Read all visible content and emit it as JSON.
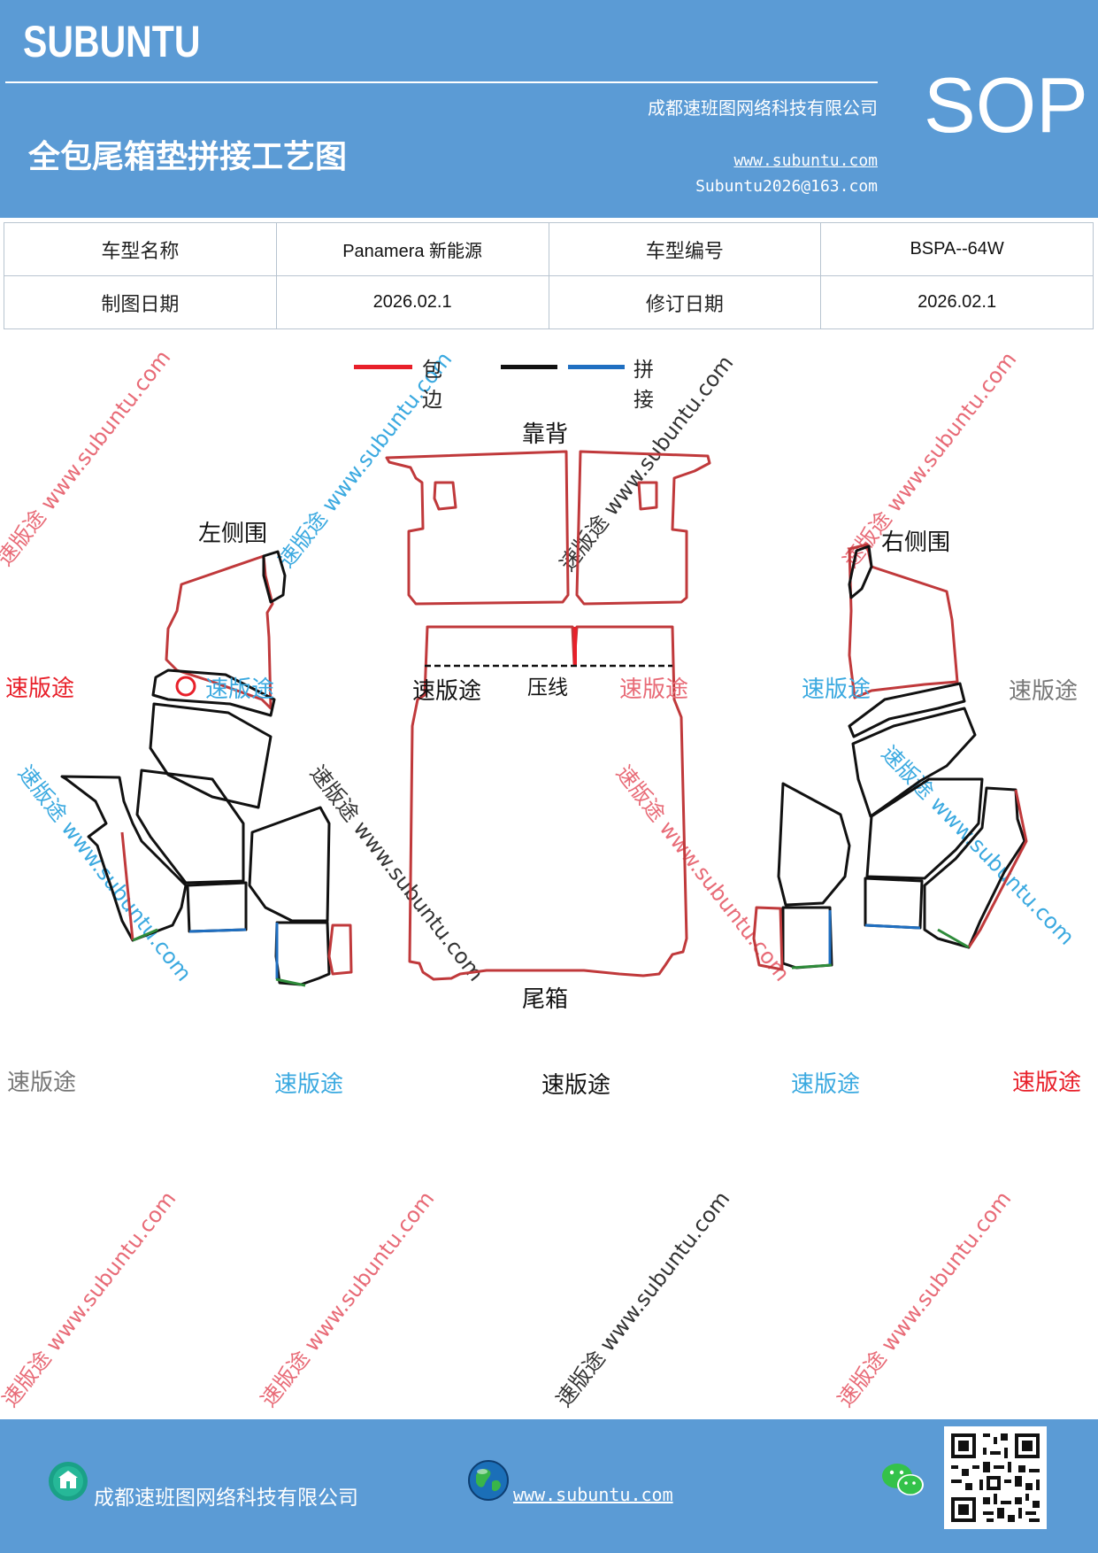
{
  "header": {
    "brand": "SUBUNTU",
    "company": "成都速班图网络科技有限公司",
    "title": "全包尾箱垫拼接工艺图",
    "website": "www.subuntu.com",
    "email": "Subuntu2026@163.com",
    "badge": "SOP"
  },
  "info_table": {
    "rows": [
      [
        "车型名称",
        "Panamera 新能源",
        "车型编号",
        "BSPA--64W"
      ],
      [
        "制图日期",
        "2026.02.1",
        "修订日期",
        "2026.02.1"
      ]
    ]
  },
  "legend": {
    "red_label": "包边",
    "blue_label": "拼接",
    "colors": {
      "red": "#e8202a",
      "black": "#111111",
      "blue": "#1f6fc1",
      "green": "#2e8b3a",
      "outline": "#c0393b"
    }
  },
  "diagram": {
    "labels": {
      "backrest": "靠背",
      "left_side": "左侧围",
      "right_side": "右侧围",
      "press_line": "压线",
      "trunk": "尾箱"
    }
  },
  "watermarks": {
    "cn": "速版途",
    "url_line": "速版途 www.subuntu.com",
    "url": "www.subuntu.com"
  },
  "footer": {
    "company": "成都速班图网络科技有限公司",
    "website": "www.subuntu.com"
  }
}
